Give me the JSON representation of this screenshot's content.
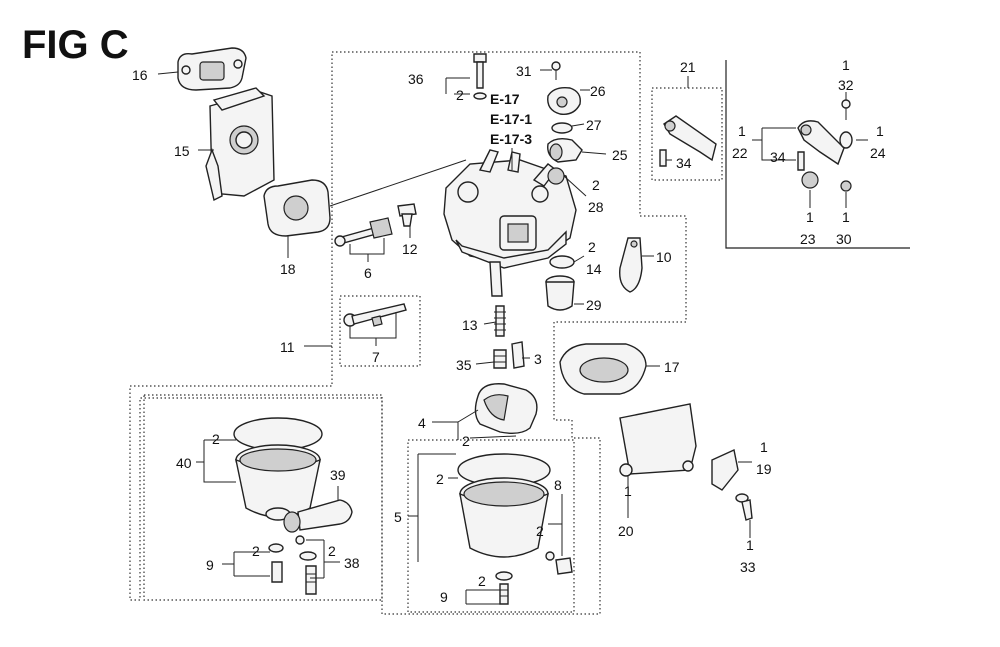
{
  "figure": {
    "title": "FIG C",
    "refs": [
      "E-17",
      "E-17-1",
      "E-17-3"
    ]
  },
  "callouts": {
    "p1": "1",
    "p2": "2",
    "p3": "3",
    "p4": "4",
    "p5": "5",
    "p6": "6",
    "p7": "7",
    "p8": "8",
    "p9": "9",
    "p10": "10",
    "p11": "11",
    "p12": "12",
    "p13": "13",
    "p14": "14",
    "p15": "15",
    "p16": "16",
    "p17": "17",
    "p18": "18",
    "p19": "19",
    "p20": "20",
    "p21": "21",
    "p22": "22",
    "p23": "23",
    "p24": "24",
    "p25": "25",
    "p26": "26",
    "p27": "27",
    "p28": "28",
    "p29": "29",
    "p30": "30",
    "p31": "31",
    "p32": "32",
    "p33": "33",
    "p34": "34",
    "p35": "35",
    "p36": "36",
    "p38": "38",
    "p39": "39",
    "p40": "40"
  }
}
